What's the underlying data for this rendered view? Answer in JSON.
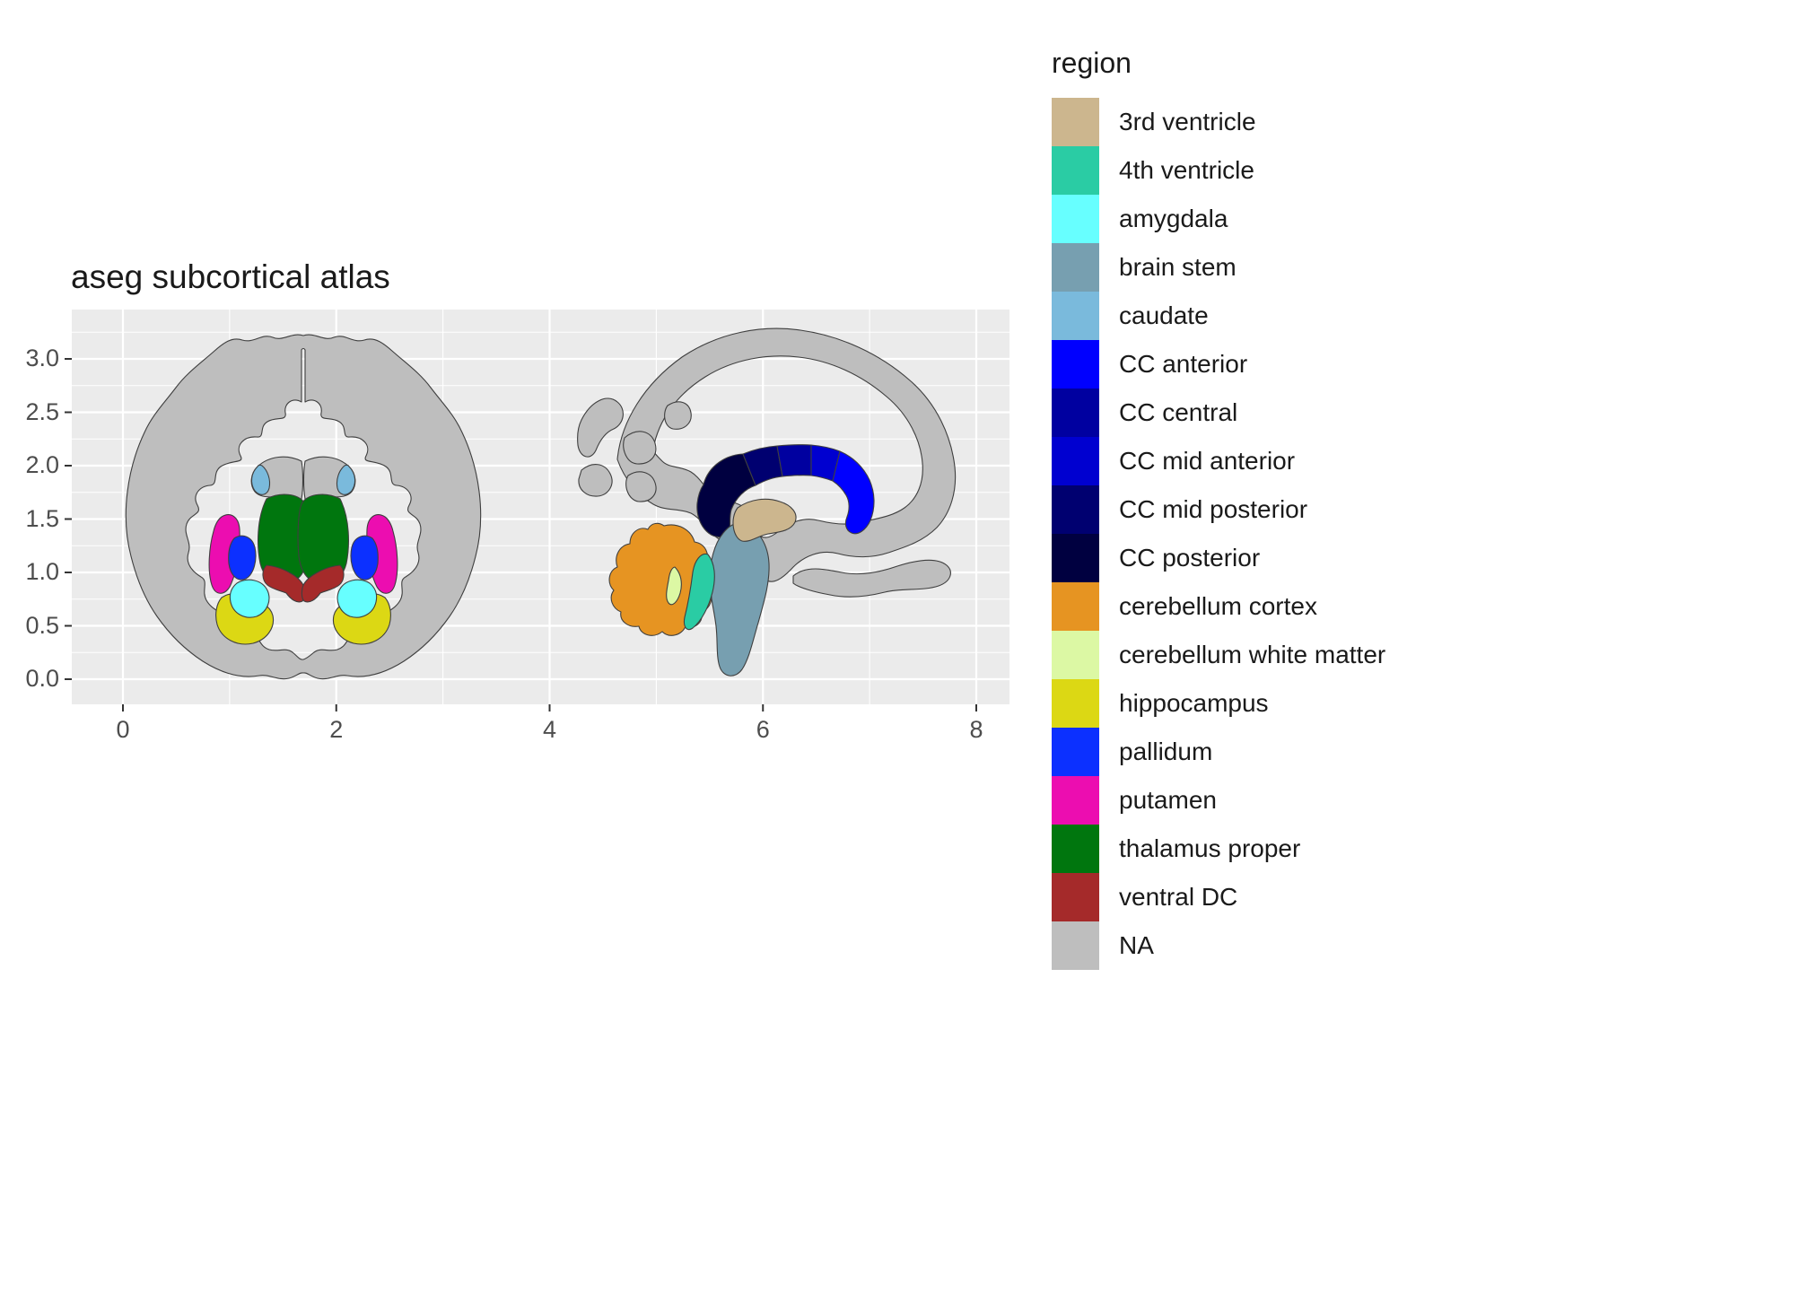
{
  "title": "aseg subcortical atlas",
  "axes": {
    "x_ticks": [
      "0",
      "2",
      "4",
      "6",
      "8"
    ],
    "y_ticks": [
      "3.0",
      "2.5",
      "2.0",
      "1.5",
      "1.0",
      "0.5",
      "0.0"
    ]
  },
  "colors": {
    "panel_bg": "#EBEBEB",
    "grid": "#FFFFFF",
    "tick": "#333333",
    "axis_text": "#4D4D4D",
    "title_text": "#1A1A1A",
    "outline": "#3F3F3F"
  },
  "legend": {
    "title": "region",
    "items": [
      {
        "label": "3rd ventricle",
        "color": "#CCB68E"
      },
      {
        "label": "4th ventricle",
        "color": "#2ACCA4"
      },
      {
        "label": "amygdala",
        "color": "#67FFFF"
      },
      {
        "label": "brain stem",
        "color": "#779FB0"
      },
      {
        "label": "caudate",
        "color": "#7ABADC"
      },
      {
        "label": "CC anterior",
        "color": "#0000FF"
      },
      {
        "label": "CC central",
        "color": "#0000A0"
      },
      {
        "label": "CC mid anterior",
        "color": "#0000D0"
      },
      {
        "label": "CC mid posterior",
        "color": "#000070"
      },
      {
        "label": "CC posterior",
        "color": "#000040"
      },
      {
        "label": "cerebellum cortex",
        "color": "#E69422"
      },
      {
        "label": "cerebellum white matter",
        "color": "#DCF8A4"
      },
      {
        "label": "hippocampus",
        "color": "#DCD814"
      },
      {
        "label": "pallidum",
        "color": "#0C30FF"
      },
      {
        "label": "putamen",
        "color": "#EC0DB0"
      },
      {
        "label": "thalamus proper",
        "color": "#00760E"
      },
      {
        "label": "ventral DC",
        "color": "#A52A2A"
      },
      {
        "label": "NA",
        "color": "#BEBEBE"
      }
    ]
  },
  "chart_data": {
    "type": "atlas-polygon-map",
    "title": "aseg subcortical atlas",
    "xlabel": "",
    "ylabel": "",
    "x_ticks": [
      0,
      2,
      4,
      6,
      8
    ],
    "y_ticks": [
      0.0,
      0.5,
      1.0,
      1.5,
      2.0,
      2.5,
      3.0
    ],
    "xlim": [
      -0.48,
      8.31
    ],
    "ylim": [
      -0.24,
      3.46
    ],
    "grid": true,
    "legend_position": "right",
    "panel_background": "#EBEBEB",
    "views": [
      {
        "name": "coronal slice",
        "x_range": [
          0.05,
          3.35
        ],
        "regions_shown": [
          "caudate",
          "thalamus proper",
          "putamen",
          "pallidum",
          "ventral DC",
          "amygdala",
          "hippocampus",
          "NA"
        ]
      },
      {
        "name": "sagittal slice",
        "x_range": [
          4.3,
          7.8
        ],
        "regions_shown": [
          "CC posterior",
          "CC mid posterior",
          "CC central",
          "CC mid anterior",
          "CC anterior",
          "3rd ventricle",
          "brain stem",
          "4th ventricle",
          "cerebellum cortex",
          "cerebellum white matter",
          "NA"
        ]
      }
    ]
  }
}
